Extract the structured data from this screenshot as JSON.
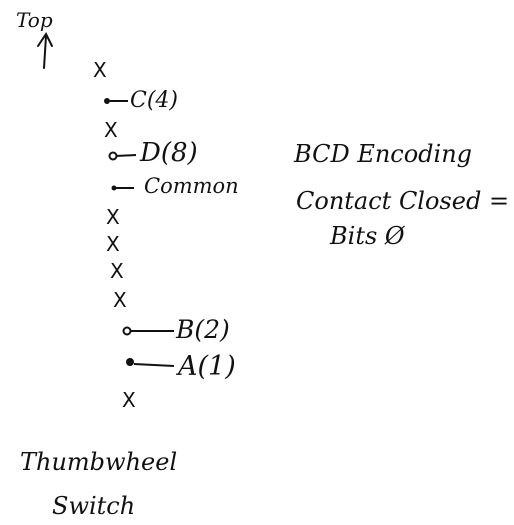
{
  "top_label": "Top",
  "pin_labels": {
    "c": "C(4)",
    "d": "D(8)",
    "common": "Common",
    "b": "B(2)",
    "a": "A(1)"
  },
  "unused_mark": "X",
  "note_line1": "BCD Encoding",
  "note_line2": "Contact Closed =",
  "note_line3": "Bits Ø",
  "caption_line1": "Thumbwheel",
  "caption_line2": "Switch"
}
